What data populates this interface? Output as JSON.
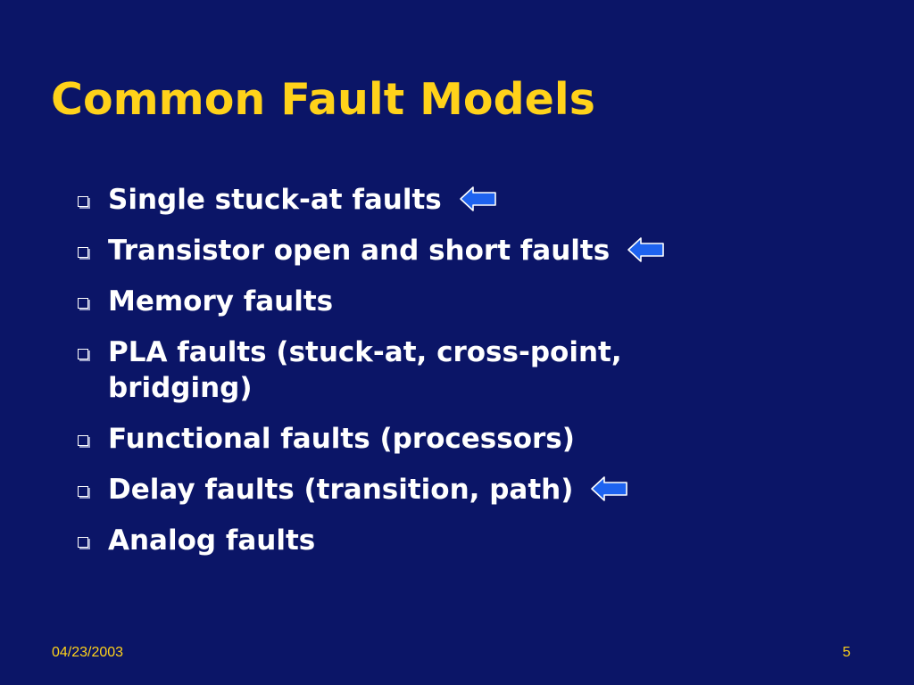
{
  "slide": {
    "title": "Common Fault Models",
    "background_color": "#0b1567",
    "title_color": "#ffd21a",
    "text_color": "#ffffff",
    "arrow_color": "#1e63f0",
    "bullets": [
      {
        "text": "Single stuck-at faults",
        "marked": true
      },
      {
        "text": "Transistor open and short faults",
        "marked": true
      },
      {
        "text": "Memory faults",
        "marked": false
      },
      {
        "text": "PLA faults (stuck-at, cross-point, bridging)",
        "marked": false
      },
      {
        "text": "Functional faults (processors)",
        "marked": false
      },
      {
        "text": "Delay faults (transition, path)",
        "marked": true
      },
      {
        "text": "Analog faults",
        "marked": false
      }
    ],
    "bullet_icon": "hollow-square-icon",
    "marker_icon": "left-arrow-icon"
  },
  "footer": {
    "date": "04/23/2003",
    "page_number": "5"
  }
}
